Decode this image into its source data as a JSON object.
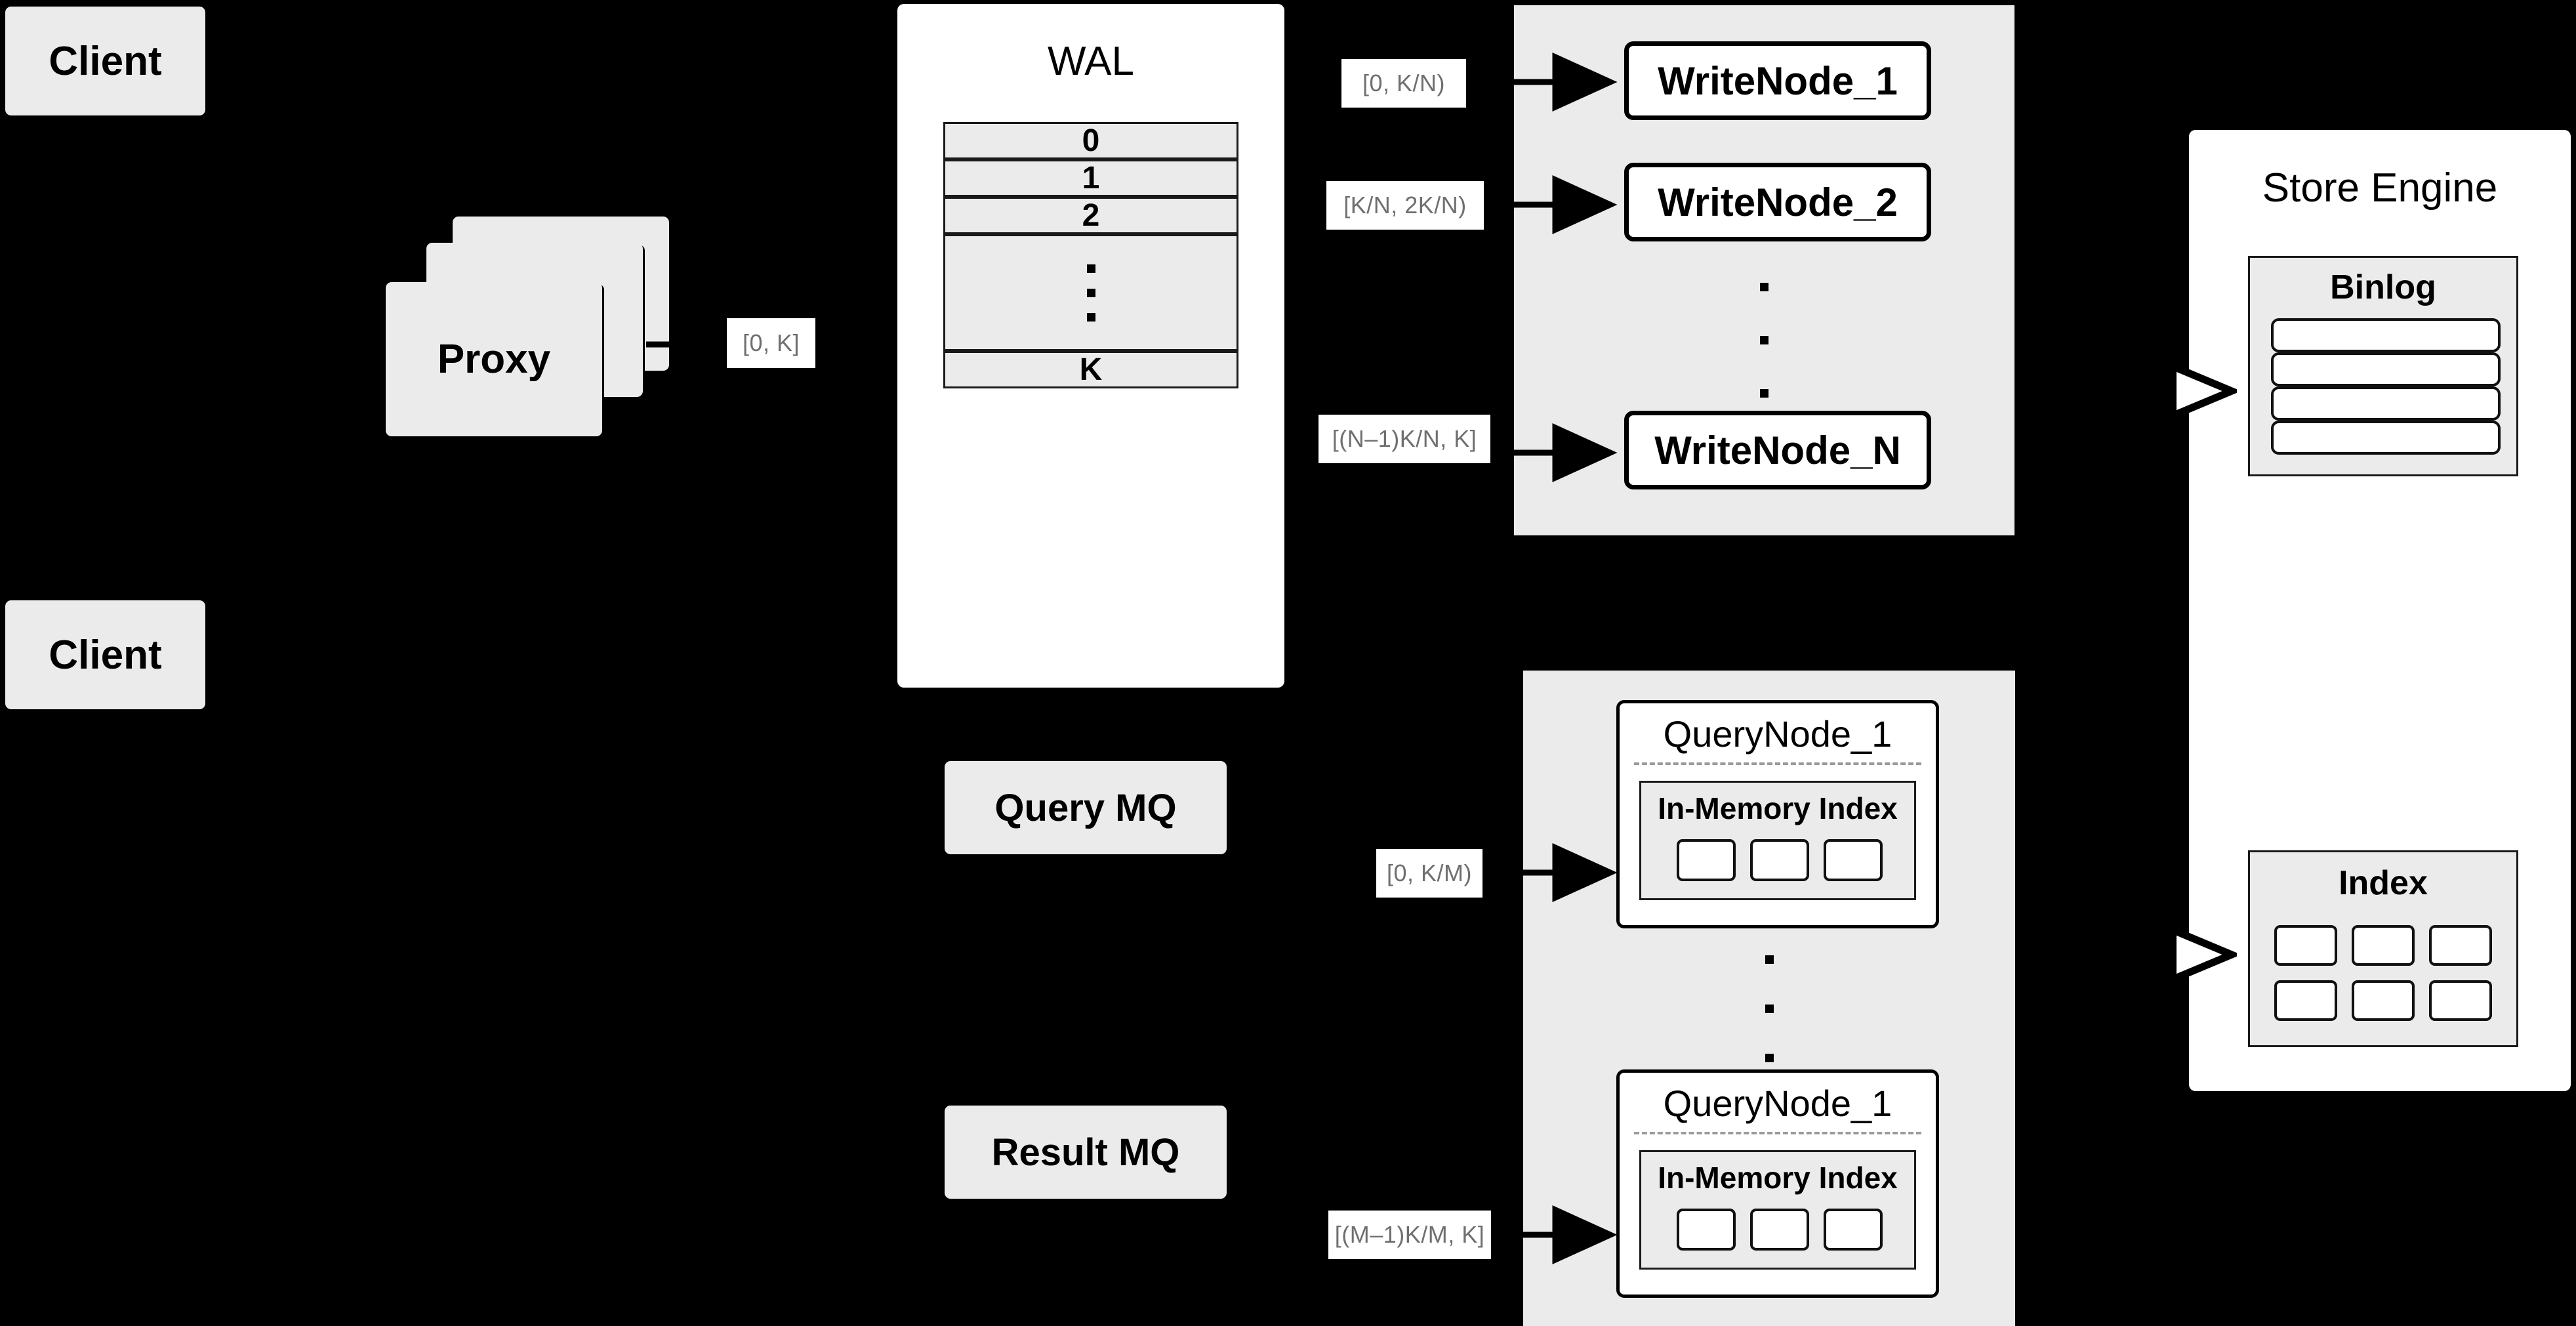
{
  "colors": {
    "background": "#000000",
    "card_fill": "#ebebeb",
    "panel_fill": "#ffffff",
    "stroke": "#000000",
    "label_text": "#6f6f6f",
    "divider": "#9a9a9a"
  },
  "clients": [
    {
      "label": "Client"
    },
    {
      "label": "Client"
    }
  ],
  "proxy": {
    "label": "Proxy",
    "stack_count": 3,
    "output_range_label": "[0, K]"
  },
  "wal": {
    "title": "WAL",
    "rows": [
      "0",
      "1",
      "2",
      "…",
      "K"
    ],
    "ellipsis_row_index": 3,
    "ellipsis_dots": 3
  },
  "write_group": {
    "nodes": [
      {
        "label": "WriteNode_1",
        "range": "[0,  K/N)"
      },
      {
        "label": "WriteNode_2",
        "range": "[K/N, 2K/N)"
      },
      {
        "label": "WriteNode_N",
        "range": "[(N–1)K/N,  K]"
      }
    ],
    "ellipsis_dots": 3
  },
  "query_group": {
    "nodes": [
      {
        "label": "QueryNode_1",
        "range": "[0, K/M)",
        "index": {
          "title": "In-Memory Index",
          "segment_count": 3
        }
      },
      {
        "label": "QueryNode_1",
        "range": "[(M–1)K/M, K]",
        "index": {
          "title": "In-Memory Index",
          "segment_count": 3
        }
      }
    ],
    "ellipsis_dots": 3
  },
  "message_queues": [
    {
      "label": "Query MQ"
    },
    {
      "label": "Result MQ"
    }
  ],
  "store_engine": {
    "title": "Store Engine",
    "binlog": {
      "title": "Binlog",
      "bar_count": 4
    },
    "index": {
      "title": "Index",
      "cell_count": 6,
      "columns": 3,
      "rows": 2
    }
  }
}
